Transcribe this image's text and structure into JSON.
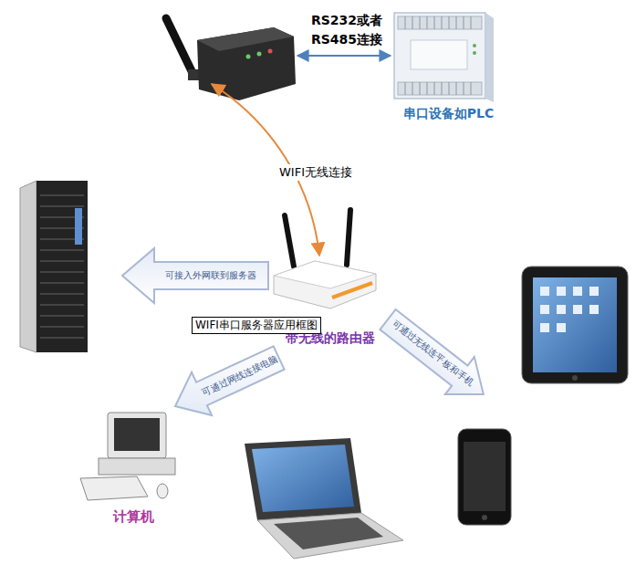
{
  "diagram": {
    "caption": "WIFI串口服务器应用框图",
    "nodes": [
      {
        "text": [
          "串口设备如PLC"
        ]
      },
      {
        "text": [
          "带无线的路由器"
        ]
      },
      {
        "text": [
          "计算机"
        ]
      }
    ],
    "edges": [
      {
        "from": 1,
        "to": 2,
        "arrow": "to",
        "label": "可通过网线连接电脑"
      }
    ],
    "labels": [
      "RS232或者 RS485连接",
      "WIFI无线连接",
      "可接入外网联到服务器",
      "可通过无线连平板和手机"
    ]
  }
}
